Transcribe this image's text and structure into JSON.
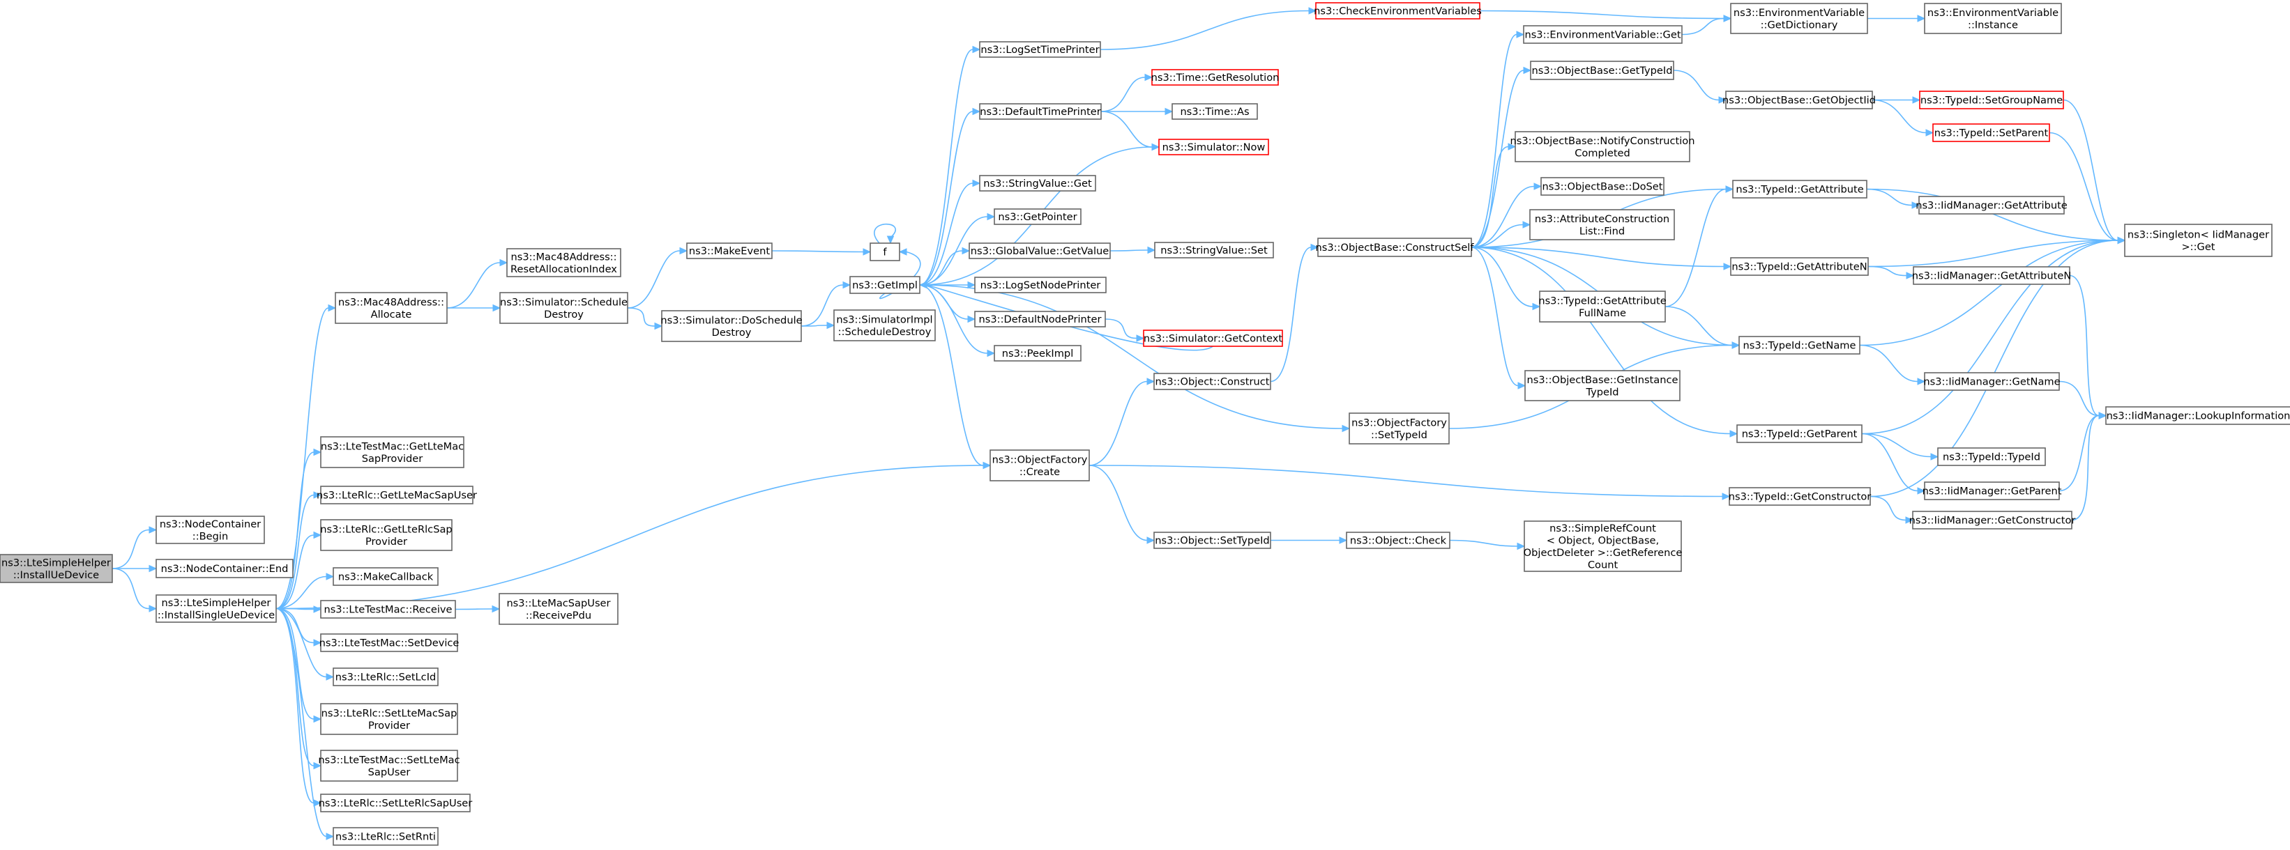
{
  "colors": {
    "background": "#ffffff",
    "node_border": "#666666",
    "node_border_truncated": "#ff0000",
    "root_fill": "#bfbfbf",
    "edge": "#63b8ff"
  },
  "nodes": [
    {
      "id": "root",
      "lines": [
        "ns3::LteSimpleHelper",
        "::InstallUeDevice"
      ],
      "style": "root"
    },
    {
      "id": "nc_begin",
      "lines": [
        "ns3::NodeContainer",
        "::Begin"
      ]
    },
    {
      "id": "nc_end",
      "lines": [
        "ns3::NodeContainer::End"
      ]
    },
    {
      "id": "install_single",
      "lines": [
        "ns3::LteSimpleHelper",
        "::InstallSingleUeDevice"
      ]
    },
    {
      "id": "mac48_alloc",
      "lines": [
        "ns3::Mac48Address::",
        "Allocate"
      ]
    },
    {
      "id": "mac48_reset",
      "lines": [
        "ns3::Mac48Address::",
        "ResetAllocationIndex"
      ]
    },
    {
      "id": "sim_sched_destroy",
      "lines": [
        "ns3::Simulator::Schedule",
        "Destroy"
      ]
    },
    {
      "id": "make_event",
      "lines": [
        "ns3::MakeEvent"
      ]
    },
    {
      "id": "sim_do_sched_destroy",
      "lines": [
        "ns3::Simulator::DoSchedule",
        "Destroy"
      ]
    },
    {
      "id": "f",
      "lines": [
        "f"
      ]
    },
    {
      "id": "get_impl",
      "lines": [
        "ns3::GetImpl"
      ]
    },
    {
      "id": "simimpl_sched_destroy",
      "lines": [
        "ns3::SimulatorImpl",
        "::ScheduleDestroy"
      ]
    },
    {
      "id": "log_set_time_printer",
      "lines": [
        "ns3::LogSetTimePrinter"
      ]
    },
    {
      "id": "default_time_printer",
      "lines": [
        "ns3::DefaultTimePrinter"
      ]
    },
    {
      "id": "string_value_get",
      "lines": [
        "ns3::StringValue::Get"
      ]
    },
    {
      "id": "get_pointer",
      "lines": [
        "ns3::GetPointer"
      ]
    },
    {
      "id": "global_value_get",
      "lines": [
        "ns3::GlobalValue::GetValue"
      ]
    },
    {
      "id": "log_set_node_printer",
      "lines": [
        "ns3::LogSetNodePrinter"
      ]
    },
    {
      "id": "default_node_printer",
      "lines": [
        "ns3::DefaultNodePrinter"
      ]
    },
    {
      "id": "peek_impl",
      "lines": [
        "ns3::PeekImpl"
      ]
    },
    {
      "id": "object_factory_create",
      "lines": [
        "ns3::ObjectFactory",
        "::Create"
      ]
    },
    {
      "id": "check_env_vars",
      "lines": [
        "ns3::CheckEnvironmentVariables"
      ],
      "style": "red"
    },
    {
      "id": "time_get_resolution",
      "lines": [
        "ns3::Time::GetResolution"
      ],
      "style": "red"
    },
    {
      "id": "time_as",
      "lines": [
        "ns3::Time::As"
      ]
    },
    {
      "id": "simulator_now",
      "lines": [
        "ns3::Simulator::Now"
      ],
      "style": "red"
    },
    {
      "id": "string_value_set",
      "lines": [
        "ns3::StringValue::Set"
      ]
    },
    {
      "id": "simulator_get_context",
      "lines": [
        "ns3::Simulator::GetContext"
      ],
      "style": "red"
    },
    {
      "id": "object_construct",
      "lines": [
        "ns3::Object::Construct"
      ]
    },
    {
      "id": "object_set_typeid",
      "lines": [
        "ns3::Object::SetTypeId"
      ]
    },
    {
      "id": "object_check",
      "lines": [
        "ns3::Object::Check"
      ]
    },
    {
      "id": "simple_ref_count",
      "lines": [
        "ns3::SimpleRefCount",
        "< Object, ObjectBase,",
        "ObjectDeleter >::GetReference",
        "Count"
      ]
    },
    {
      "id": "objbase_construct_self",
      "lines": [
        "ns3::ObjectBase::ConstructSelf"
      ]
    },
    {
      "id": "object_factory_set_typeid",
      "lines": [
        "ns3::ObjectFactory",
        "::SetTypeId"
      ]
    },
    {
      "id": "env_var_get",
      "lines": [
        "ns3::EnvironmentVariable::Get"
      ]
    },
    {
      "id": "objbase_get_typeid",
      "lines": [
        "ns3::ObjectBase::GetTypeId"
      ]
    },
    {
      "id": "objbase_notify",
      "lines": [
        "ns3::ObjectBase::NotifyConstruction",
        "Completed"
      ]
    },
    {
      "id": "objbase_doset",
      "lines": [
        "ns3::ObjectBase::DoSet"
      ]
    },
    {
      "id": "attr_construction_find",
      "lines": [
        "ns3::AttributeConstruction",
        "List::Find"
      ]
    },
    {
      "id": "typeid_get_attr_fullname",
      "lines": [
        "ns3::TypeId::GetAttribute",
        "FullName"
      ]
    },
    {
      "id": "objbase_get_instance_typeid",
      "lines": [
        "ns3::ObjectBase::GetInstance",
        "TypeId"
      ]
    },
    {
      "id": "env_var_get_dict",
      "lines": [
        "ns3::EnvironmentVariable",
        "::GetDictionary"
      ]
    },
    {
      "id": "env_var_instance",
      "lines": [
        "ns3::EnvironmentVariable",
        "::Instance"
      ]
    },
    {
      "id": "objbase_get_object_iid",
      "lines": [
        "ns3::ObjectBase::GetObjectIid"
      ]
    },
    {
      "id": "typeid_get_attribute",
      "lines": [
        "ns3::TypeId::GetAttribute"
      ]
    },
    {
      "id": "typeid_get_attributen",
      "lines": [
        "ns3::TypeId::GetAttributeN"
      ]
    },
    {
      "id": "typeid_get_name",
      "lines": [
        "ns3::TypeId::GetName"
      ]
    },
    {
      "id": "typeid_get_parent",
      "lines": [
        "ns3::TypeId::GetParent"
      ]
    },
    {
      "id": "typeid_get_constructor",
      "lines": [
        "ns3::TypeId::GetConstructor"
      ]
    },
    {
      "id": "typeid_set_group_name",
      "lines": [
        "ns3::TypeId::SetGroupName"
      ],
      "style": "red"
    },
    {
      "id": "typeid_set_parent",
      "lines": [
        "ns3::TypeId::SetParent"
      ],
      "style": "red"
    },
    {
      "id": "iidm_get_attribute",
      "lines": [
        "ns3::IidManager::GetAttribute"
      ]
    },
    {
      "id": "iidm_get_attributen",
      "lines": [
        "ns3::IidManager::GetAttributeN"
      ]
    },
    {
      "id": "iidm_get_name",
      "lines": [
        "ns3::IidManager::GetName"
      ]
    },
    {
      "id": "typeid_typeid",
      "lines": [
        "ns3::TypeId::TypeId"
      ]
    },
    {
      "id": "iidm_get_parent",
      "lines": [
        "ns3::IidManager::GetParent"
      ]
    },
    {
      "id": "iidm_get_constructor",
      "lines": [
        "ns3::IidManager::GetConstructor"
      ]
    },
    {
      "id": "singleton_get",
      "lines": [
        "ns3::Singleton< IidManager",
        ">::Get"
      ]
    },
    {
      "id": "iidm_lookup",
      "lines": [
        "ns3::IidManager::LookupInformation"
      ]
    },
    {
      "id": "ltetestmac_get_sap_provider",
      "lines": [
        "ns3::LteTestMac::GetLteMac",
        "SapProvider"
      ]
    },
    {
      "id": "lterlc_get_mac_sap_user",
      "lines": [
        "ns3::LteRlc::GetLteMacSapUser"
      ]
    },
    {
      "id": "lterlc_get_rlc_sap_provider",
      "lines": [
        "ns3::LteRlc::GetLteRlcSap",
        "Provider"
      ]
    },
    {
      "id": "make_callback",
      "lines": [
        "ns3::MakeCallback"
      ]
    },
    {
      "id": "ltetestmac_receive",
      "lines": [
        "ns3::LteTestMac::Receive"
      ]
    },
    {
      "id": "ltemacsapuser_receive_pdu",
      "lines": [
        "ns3::LteMacSapUser",
        "::ReceivePdu"
      ]
    },
    {
      "id": "ltetestmac_set_device",
      "lines": [
        "ns3::LteTestMac::SetDevice"
      ]
    },
    {
      "id": "lterlc_set_lcid",
      "lines": [
        "ns3::LteRlc::SetLcId"
      ]
    },
    {
      "id": "lterlc_set_mac_sap_provider",
      "lines": [
        "ns3::LteRlc::SetLteMacSap",
        "Provider"
      ]
    },
    {
      "id": "ltetestmac_set_mac_sap_user",
      "lines": [
        "ns3::LteTestMac::SetLteMac",
        "SapUser"
      ]
    },
    {
      "id": "lterlc_set_rlc_sap_user",
      "lines": [
        "ns3::LteRlc::SetLteRlcSapUser"
      ]
    },
    {
      "id": "lterlc_set_rnti",
      "lines": [
        "ns3::LteRlc::SetRnti"
      ]
    }
  ],
  "edges": [
    [
      "root",
      "nc_begin"
    ],
    [
      "root",
      "nc_end"
    ],
    [
      "root",
      "install_single"
    ],
    [
      "install_single",
      "mac48_alloc"
    ],
    [
      "install_single",
      "object_factory_create"
    ],
    [
      "install_single",
      "ltetestmac_get_sap_provider"
    ],
    [
      "install_single",
      "lterlc_get_mac_sap_user"
    ],
    [
      "install_single",
      "lterlc_get_rlc_sap_provider"
    ],
    [
      "install_single",
      "make_callback"
    ],
    [
      "install_single",
      "ltetestmac_receive"
    ],
    [
      "install_single",
      "ltetestmac_set_device"
    ],
    [
      "install_single",
      "lterlc_set_lcid"
    ],
    [
      "install_single",
      "lterlc_set_mac_sap_provider"
    ],
    [
      "install_single",
      "ltetestmac_set_mac_sap_user"
    ],
    [
      "install_single",
      "lterlc_set_rlc_sap_user"
    ],
    [
      "install_single",
      "lterlc_set_rnti"
    ],
    [
      "ltetestmac_receive",
      "ltemacsapuser_receive_pdu"
    ],
    [
      "mac48_alloc",
      "mac48_reset"
    ],
    [
      "mac48_alloc",
      "sim_sched_destroy"
    ],
    [
      "sim_sched_destroy",
      "make_event"
    ],
    [
      "sim_sched_destroy",
      "sim_do_sched_destroy"
    ],
    [
      "make_event",
      "f"
    ],
    [
      "f",
      "f"
    ],
    [
      "sim_do_sched_destroy",
      "get_impl"
    ],
    [
      "sim_do_sched_destroy",
      "simimpl_sched_destroy"
    ],
    [
      "get_impl",
      "f"
    ],
    [
      "get_impl",
      "log_set_time_printer"
    ],
    [
      "get_impl",
      "default_time_printer"
    ],
    [
      "get_impl",
      "simulator_now"
    ],
    [
      "get_impl",
      "string_value_get"
    ],
    [
      "get_impl",
      "get_pointer"
    ],
    [
      "get_impl",
      "global_value_get"
    ],
    [
      "get_impl",
      "log_set_node_printer"
    ],
    [
      "get_impl",
      "default_node_printer"
    ],
    [
      "get_impl",
      "peek_impl"
    ],
    [
      "get_impl",
      "object_factory_create"
    ],
    [
      "get_impl",
      "object_factory_set_typeid"
    ],
    [
      "simulator_get_context",
      "get_impl"
    ],
    [
      "log_set_time_printer",
      "check_env_vars"
    ],
    [
      "default_time_printer",
      "time_get_resolution"
    ],
    [
      "default_time_printer",
      "time_as"
    ],
    [
      "default_time_printer",
      "simulator_now"
    ],
    [
      "global_value_get",
      "string_value_set"
    ],
    [
      "default_node_printer",
      "simulator_get_context"
    ],
    [
      "check_env_vars",
      "env_var_get_dict"
    ],
    [
      "object_factory_create",
      "object_construct"
    ],
    [
      "object_factory_create",
      "object_set_typeid"
    ],
    [
      "object_factory_create",
      "typeid_get_constructor"
    ],
    [
      "object_construct",
      "objbase_construct_self"
    ],
    [
      "object_set_typeid",
      "object_check"
    ],
    [
      "object_check",
      "simple_ref_count"
    ],
    [
      "object_factory_set_typeid",
      "typeid_get_name"
    ],
    [
      "objbase_construct_self",
      "env_var_get"
    ],
    [
      "objbase_construct_self",
      "objbase_get_typeid"
    ],
    [
      "objbase_construct_self",
      "objbase_notify"
    ],
    [
      "objbase_construct_self",
      "objbase_doset"
    ],
    [
      "objbase_construct_self",
      "attr_construction_find"
    ],
    [
      "objbase_construct_self",
      "typeid_get_attr_fullname"
    ],
    [
      "objbase_construct_self",
      "objbase_get_instance_typeid"
    ],
    [
      "objbase_construct_self",
      "typeid_get_attribute"
    ],
    [
      "objbase_construct_self",
      "typeid_get_attributen"
    ],
    [
      "objbase_construct_self",
      "typeid_get_name"
    ],
    [
      "objbase_construct_self",
      "typeid_get_parent"
    ],
    [
      "env_var_get",
      "env_var_get_dict"
    ],
    [
      "env_var_get_dict",
      "env_var_instance"
    ],
    [
      "objbase_get_typeid",
      "objbase_get_object_iid"
    ],
    [
      "objbase_get_object_iid",
      "typeid_set_group_name"
    ],
    [
      "objbase_get_object_iid",
      "typeid_set_parent"
    ],
    [
      "typeid_get_attr_fullname",
      "typeid_get_attribute"
    ],
    [
      "typeid_get_attr_fullname",
      "typeid_get_name"
    ],
    [
      "typeid_get_attribute",
      "iidm_get_attribute"
    ],
    [
      "typeid_get_attribute",
      "singleton_get"
    ],
    [
      "typeid_get_attributen",
      "iidm_get_attributen"
    ],
    [
      "typeid_get_attributen",
      "singleton_get"
    ],
    [
      "typeid_get_name",
      "iidm_get_name"
    ],
    [
      "typeid_get_name",
      "singleton_get"
    ],
    [
      "typeid_get_parent",
      "typeid_typeid"
    ],
    [
      "typeid_get_parent",
      "iidm_get_parent"
    ],
    [
      "typeid_get_parent",
      "singleton_get"
    ],
    [
      "typeid_get_constructor",
      "iidm_get_constructor"
    ],
    [
      "typeid_get_constructor",
      "singleton_get"
    ],
    [
      "typeid_set_group_name",
      "singleton_get"
    ],
    [
      "typeid_set_parent",
      "singleton_get"
    ],
    [
      "iidm_get_attributen",
      "iidm_lookup"
    ],
    [
      "iidm_get_name",
      "iidm_lookup"
    ],
    [
      "iidm_get_parent",
      "iidm_lookup"
    ],
    [
      "iidm_get_constructor",
      "iidm_lookup"
    ]
  ]
}
